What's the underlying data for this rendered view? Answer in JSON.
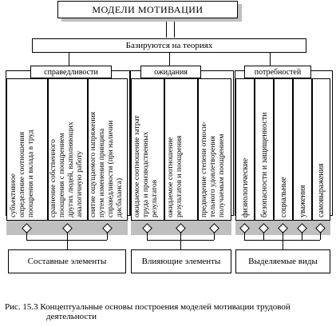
{
  "title": "МОДЕЛИ МОТИВАЦИИ",
  "based_on": "Базируются на теориях",
  "groups": [
    {
      "header": "справедливости",
      "items": [
        "субъективное\nопределение соотношения\nпоощрения и вклада в труд",
        "сравнение собственного\nпоощрения с поощрением\nдругих людей, выполняющих\nаналогичную работу",
        "снятие ощущаемого напряжения\nпутем изменения принципа\nсправедливости (при наличии\nдисбаланса)"
      ],
      "footer": "Составные элементы"
    },
    {
      "header": "ожидания",
      "items": [
        "ожидаемое соотношение затрат\nтруда и производственных\nрезультатов",
        "ожидаемое соотношение\nрезультатов и поощрения",
        "предвидение степени относи-\nтельного удовлетворения\nполучаемым поощрением"
      ],
      "footer": "Влияющие элементы"
    },
    {
      "header": "потребностей",
      "items": [
        "физиологические",
        "безопасности и защищенности",
        "социальные",
        "уважения",
        "самовыражения"
      ],
      "footer": "Выделяемые виды"
    }
  ],
  "caption": {
    "line1": "Рис. 15.3 Концептуальные основы построения моделей мотивации трудовой",
    "line2": "деятельности"
  }
}
